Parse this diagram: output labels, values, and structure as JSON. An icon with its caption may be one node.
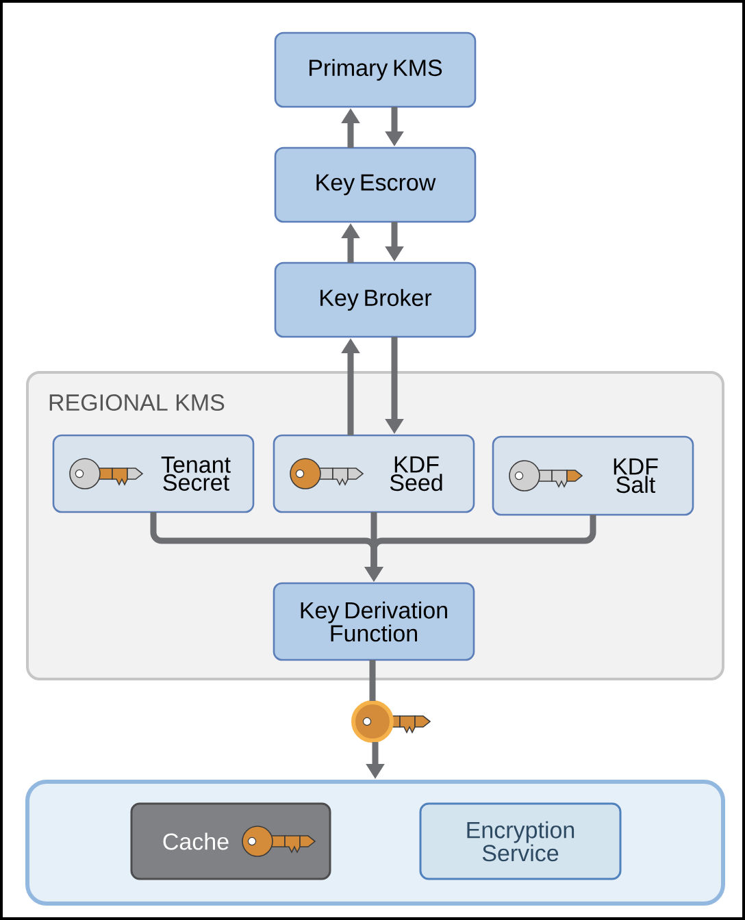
{
  "diagram": {
    "nodes": [
      {
        "text": [
          "Primary KMS"
        ]
      },
      {
        "text": [
          "Key Escrow"
        ]
      },
      {
        "text": [
          "Key Broker"
        ]
      },
      {
        "text": [
          "REGIONAL KMS"
        ]
      },
      {
        "text": [
          "Tenant Secret"
        ],
        "in": 3
      },
      {
        "text": [
          "KDF Seed"
        ],
        "in": 3
      },
      {
        "text": [
          "KDF Salt"
        ],
        "in": 3
      },
      {
        "text": [
          "Key Derivation Function"
        ],
        "in": 3
      },
      {
        "text": [],
        "shape": "key"
      },
      {
        "text": [],
        "shape": "box"
      },
      {
        "text": [
          "Cache"
        ],
        "in": 9
      },
      {
        "text": [
          "Encryption Service"
        ],
        "in": 9
      }
    ],
    "edges": [
      {
        "from": 1,
        "to": 0,
        "arrow": "to"
      },
      {
        "from": 0,
        "to": 1,
        "arrow": "to"
      },
      {
        "from": 2,
        "to": 1,
        "arrow": "to"
      },
      {
        "from": 1,
        "to": 2,
        "arrow": "to"
      },
      {
        "from": 5,
        "to": 2,
        "arrow": "to"
      },
      {
        "from": 2,
        "to": 5,
        "arrow": "to"
      },
      {
        "from": 4,
        "to": 7,
        "arrow": "to"
      },
      {
        "from": 5,
        "to": 7,
        "arrow": "to"
      },
      {
        "from": 6,
        "to": 7,
        "arrow": "to"
      },
      {
        "from": 7,
        "to": 8,
        "arrow": "none"
      },
      {
        "from": 8,
        "to": 9,
        "arrow": "to"
      }
    ]
  }
}
